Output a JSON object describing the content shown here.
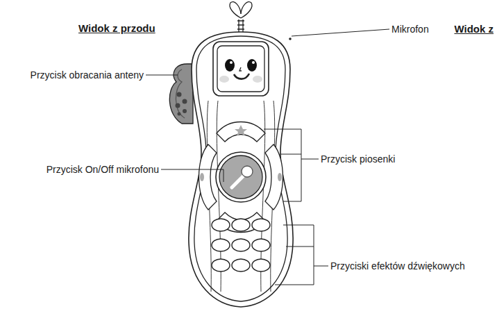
{
  "diagram": {
    "title": "Widok z przodu",
    "labels": [
      "Widok z",
      "Mikrofon",
      "Przycisk obracania anteny",
      "Przycisk On/Off mikrofonu",
      "Przycisk piosenki",
      "Przyciski efektów dźwiękowych"
    ]
  }
}
